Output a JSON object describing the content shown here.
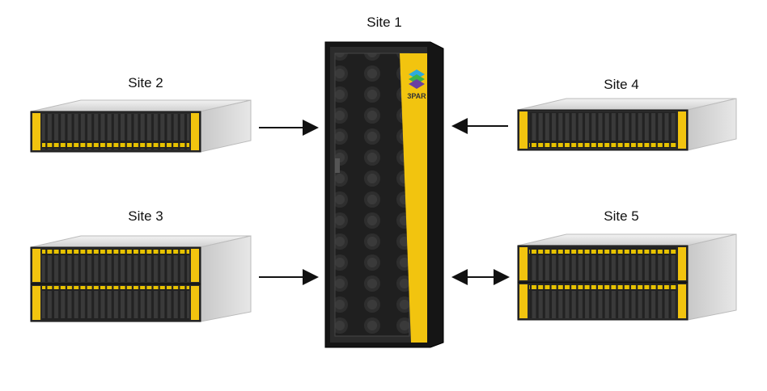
{
  "sites": {
    "site1": "Site 1",
    "site2": "Site 2",
    "site3": "Site 3",
    "site4": "Site 4",
    "site5": "Site 5"
  },
  "rack": {
    "logo_text": "3PAR"
  },
  "colors": {
    "accent": "#f2c40f",
    "frame": "#2b2b2b",
    "drive_face": "#d9b200",
    "chassis": "#d6d6d6"
  }
}
